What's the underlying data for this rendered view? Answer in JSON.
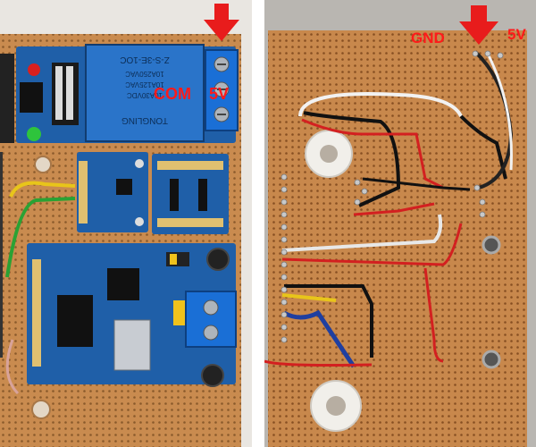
{
  "left_photo": {
    "relay_text_lines": [
      "Z-S-3E-1OC",
      "10A250VAC",
      "10A125VAC",
      "10A30VDC",
      "TONGLING"
    ],
    "label_com": "COM",
    "label_5v": "5V"
  },
  "right_photo": {
    "label_gnd": "GND",
    "label_5v": "5V"
  },
  "colors": {
    "annotation": "#ff1a1a",
    "perfboard": "#c88a4e",
    "module_blue": "#1f5fa8",
    "terminal_blue": "#1a6fd6"
  }
}
